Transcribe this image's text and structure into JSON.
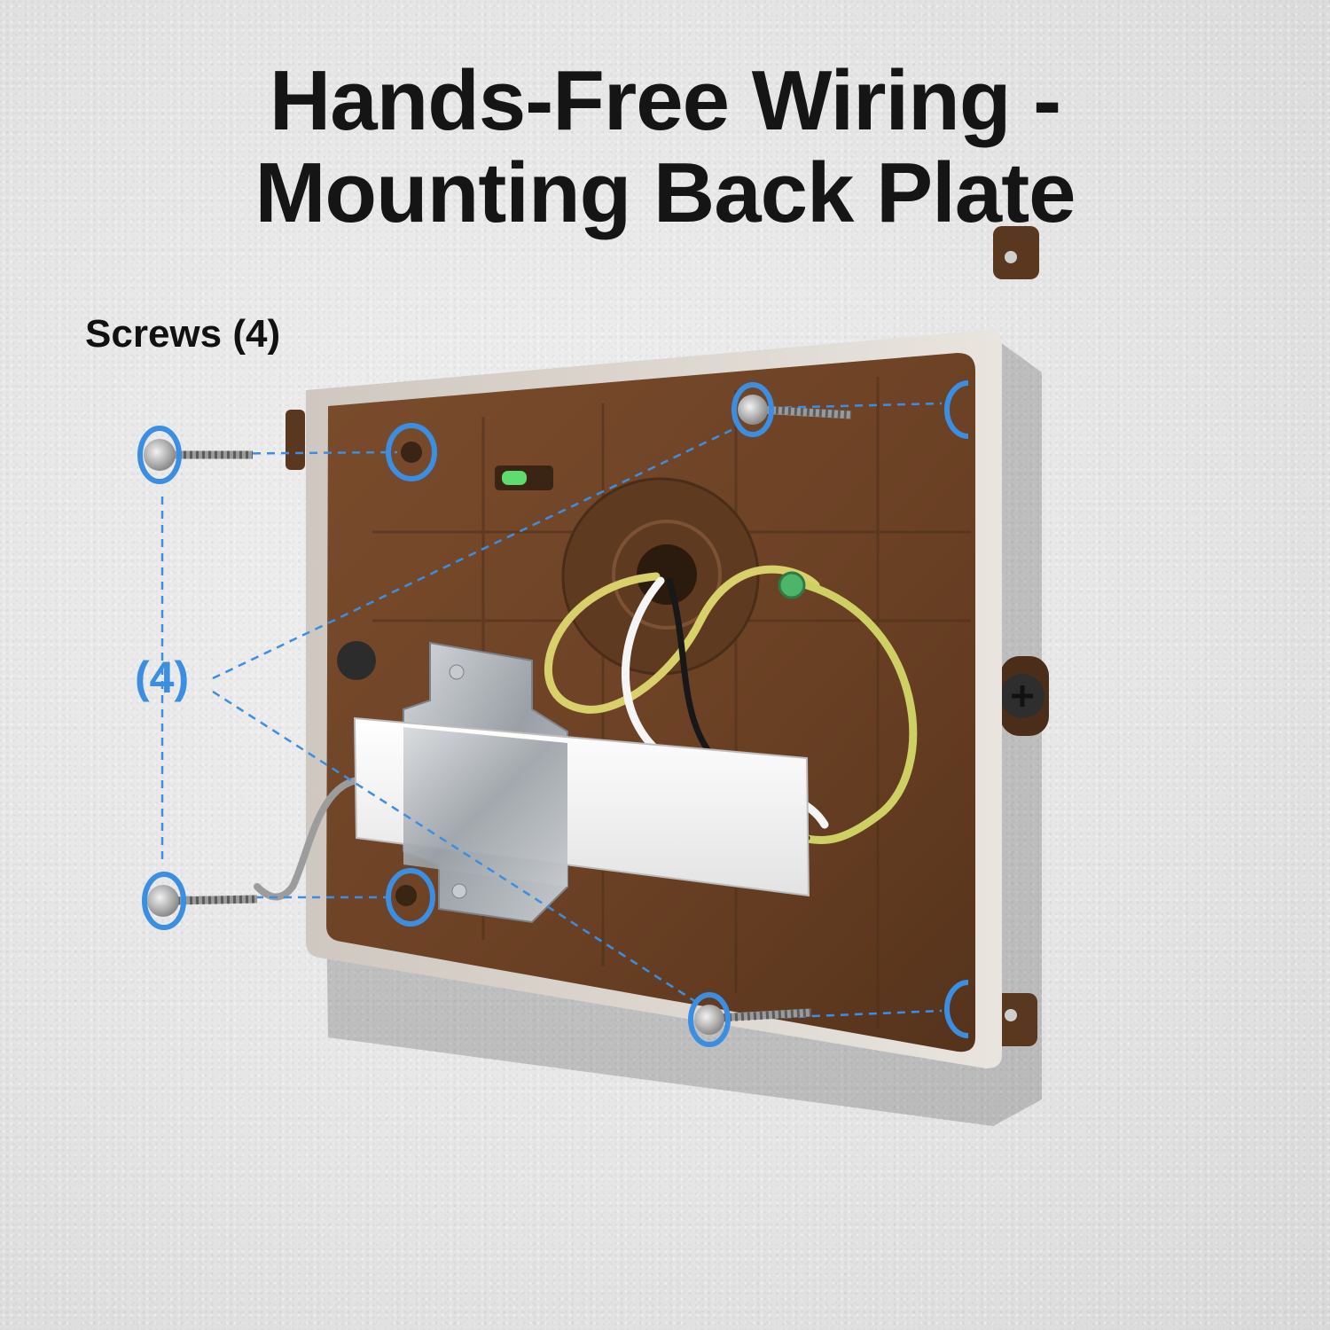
{
  "title": {
    "line1": "Hands-Free Wiring -",
    "line2": "Mounting Back Plate"
  },
  "labels": {
    "screws": "Screws (4)",
    "count": "(4)"
  },
  "colors": {
    "accent": "#3b8fe3",
    "plate": "#6b4226",
    "wall": "#e6e6e6"
  }
}
